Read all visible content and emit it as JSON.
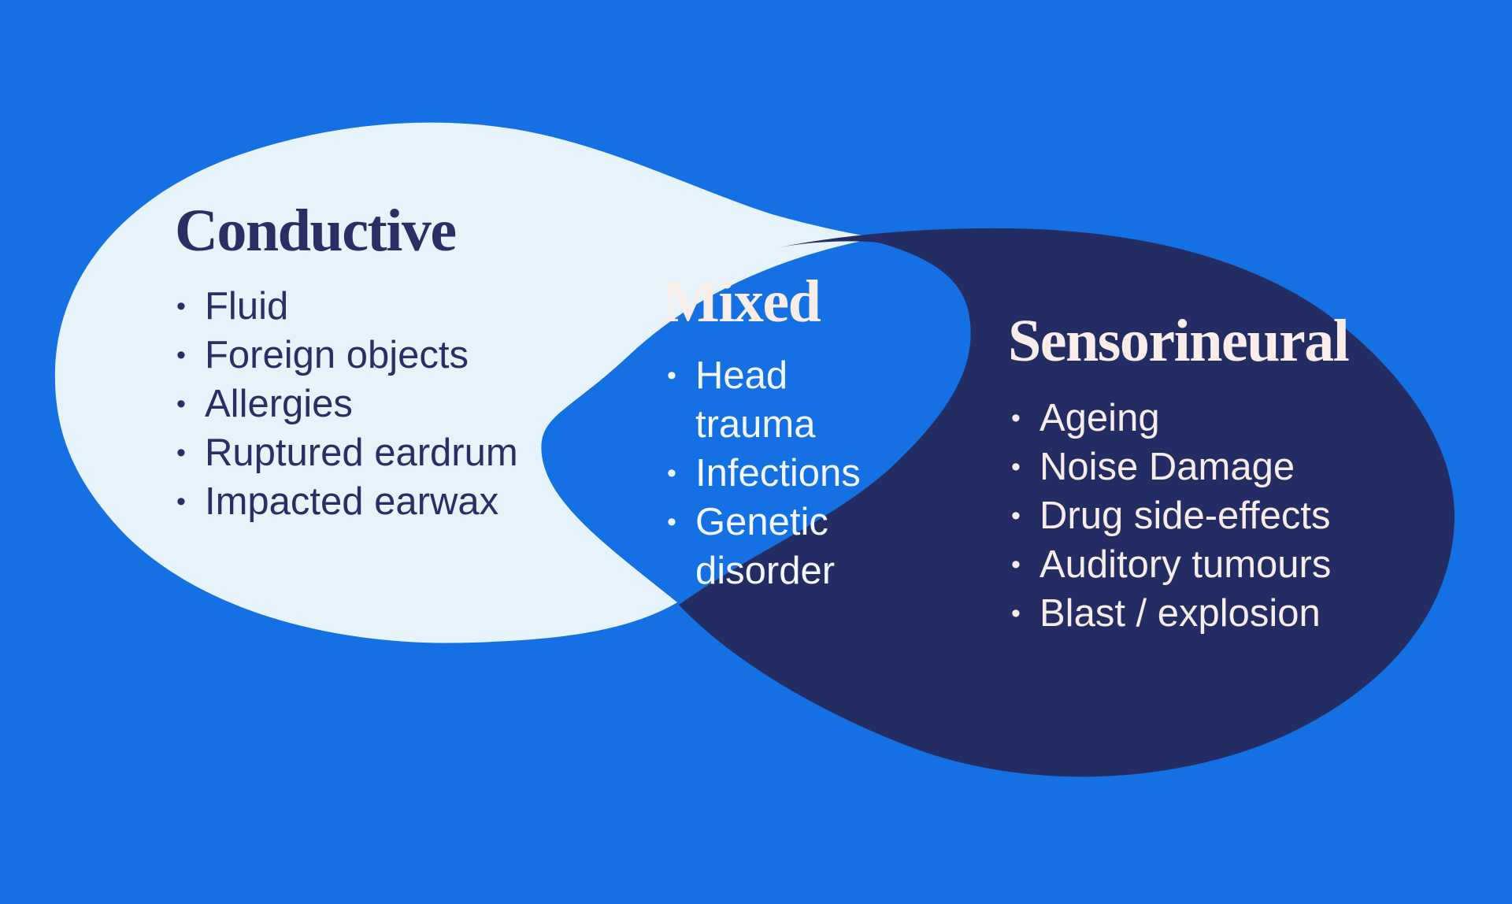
{
  "colors": {
    "background": "#1571E3",
    "conductive_blob": "#E7F3FA",
    "sensorineural_blob": "#242D63",
    "navy_text": "#272F64",
    "cream_heading": "#F8EDE8",
    "mixed_body_text": "#F2F6FD",
    "sensorineural_body_text": "#F6EDE9"
  },
  "diagram": {
    "type": "venn",
    "description_labels": [
      "Conductive",
      "Mixed",
      "Sensorineural"
    ]
  },
  "sections": [
    {
      "id": "conductive",
      "title": "Conductive",
      "items": [
        "Fluid",
        "Foreign objects",
        "Allergies",
        "Ruptured eardrum",
        "Impacted earwax"
      ]
    },
    {
      "id": "mixed",
      "title": "Mixed",
      "items": [
        "Head trauma",
        "Infections",
        "Genetic disorder"
      ]
    },
    {
      "id": "sensorineural",
      "title": "Sensorineural",
      "items": [
        "Ageing",
        "Noise Damage",
        "Drug side-effects",
        "Auditory tumours",
        "Blast / explosion"
      ]
    }
  ]
}
